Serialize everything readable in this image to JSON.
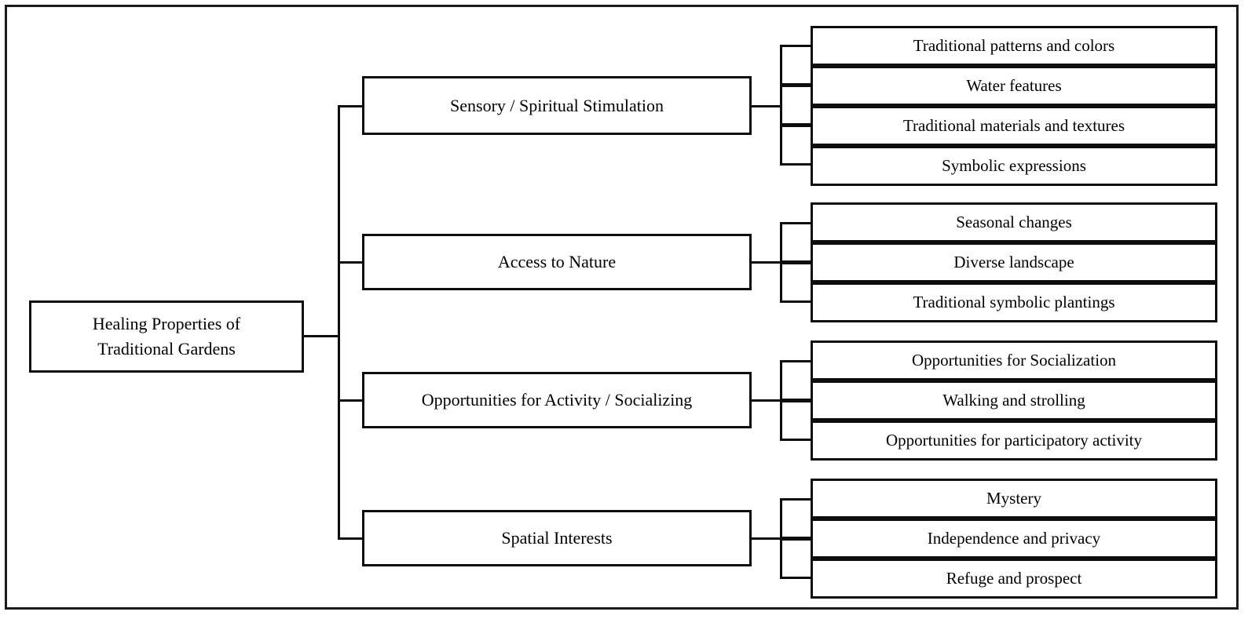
{
  "diagram": {
    "title": "Healing Properties of Traditional Gardens",
    "type": "hierarchy-tree",
    "orientation": "left-to-right",
    "root": {
      "line1": "Healing Properties of",
      "line2": "Traditional Gardens"
    },
    "branches": [
      {
        "label": "Sensory / Spiritual Stimulation",
        "children": [
          "Traditional patterns and colors",
          "Water features",
          "Traditional materials and textures",
          "Symbolic expressions"
        ]
      },
      {
        "label": "Access to Nature",
        "children": [
          "Seasonal changes",
          "Diverse landscape",
          "Traditional symbolic plantings"
        ]
      },
      {
        "label": "Opportunities for Activity / Socializing",
        "children": [
          "Opportunities for Socialization",
          "Walking and strolling",
          "Opportunities for participatory activity"
        ]
      },
      {
        "label": "Spatial Interests",
        "children": [
          "Mystery",
          "Independence and privacy",
          "Refuge and prospect"
        ]
      }
    ],
    "colors": {
      "stroke": "#0d0d0d",
      "frame": "#1a1a1a",
      "background": "#ffffff",
      "text": "#000000"
    }
  }
}
